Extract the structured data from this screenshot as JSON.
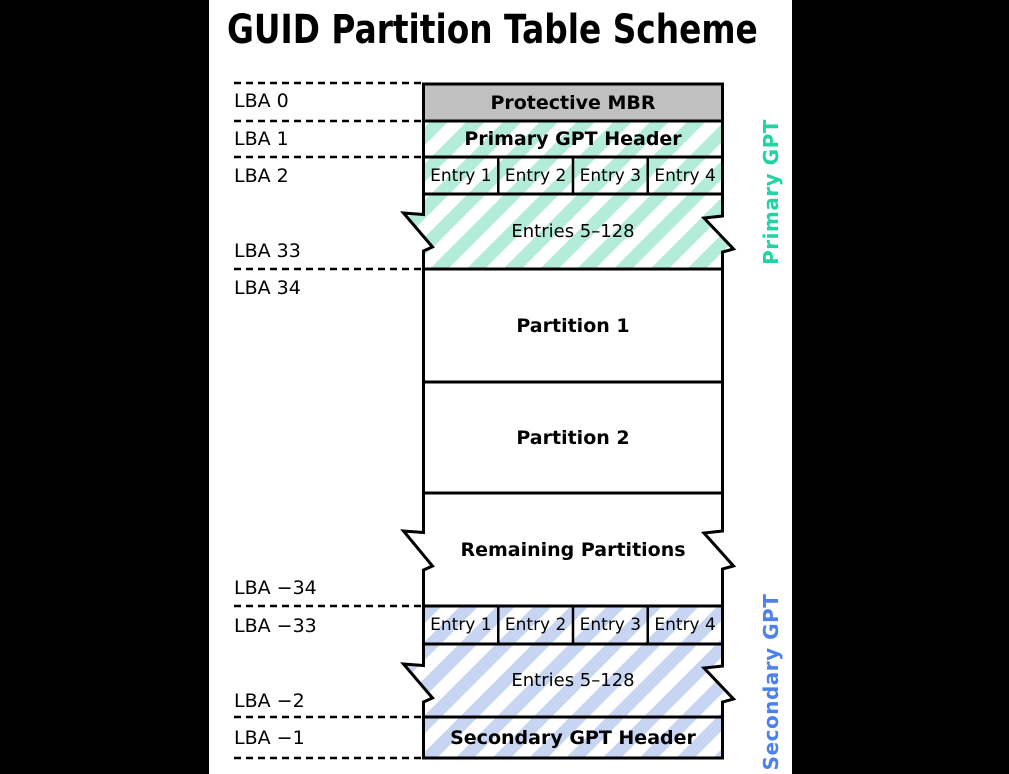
{
  "title": "GUID Partition Table Scheme",
  "lba_labels": [
    "LBA 0",
    "LBA 1",
    "LBA 2",
    "LBA 33",
    "LBA 34",
    "LBA −34",
    "LBA −33",
    "LBA −2",
    "LBA −1"
  ],
  "blocks": {
    "protective_mbr": "Protective MBR",
    "primary_gpt_header": "Primary GPT Header",
    "entries_5_128": "Entries 5–128",
    "partition_1": "Partition 1",
    "partition_2": "Partition 2",
    "remaining_partitions": "Remaining Partitions",
    "secondary_gpt_header": "Secondary GPT Header"
  },
  "entry_cells": [
    "Entry 1",
    "Entry 2",
    "Entry 3",
    "Entry 4"
  ],
  "side_labels": {
    "primary": "Primary GPT",
    "secondary": "Secondary GPT"
  },
  "colors": {
    "primary_stripe": "#b3ecd9",
    "secondary_stripe": "#c7d5f3",
    "mbr_gray": "#c0c0c0",
    "primary_label": "#21d3a5",
    "secondary_label": "#4d82ec",
    "outline": "#000000"
  }
}
